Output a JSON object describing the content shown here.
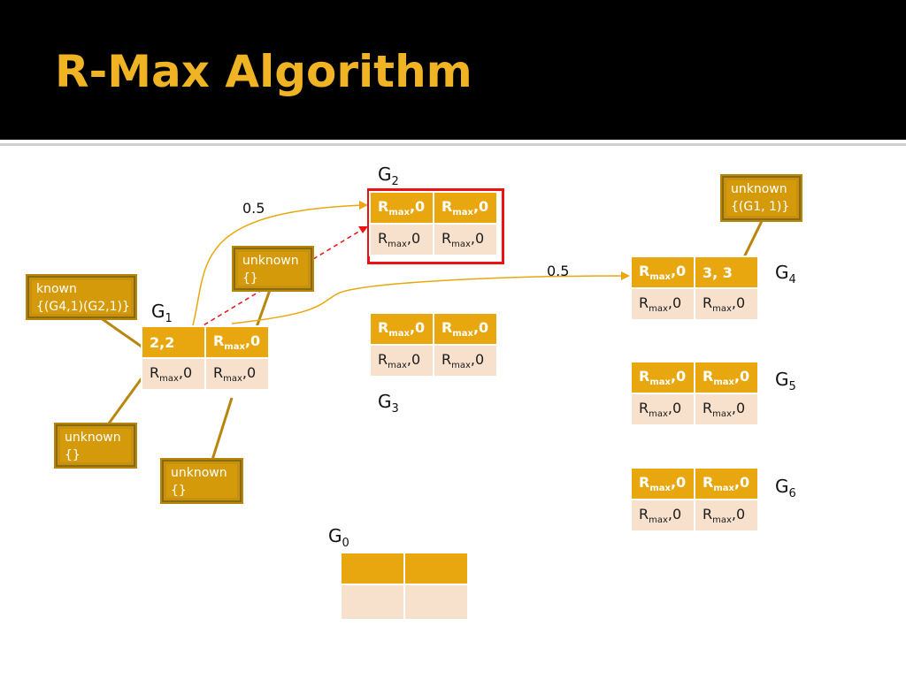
{
  "title": "R-Max Algorithm",
  "colors": {
    "accent": "#f0b323",
    "cell_header": "#e8a70f",
    "cell_body": "#f8e1cc",
    "highlight": "#ee1111",
    "connector": "#e8a70f"
  },
  "grids": {
    "g0": {
      "label": "G",
      "sub": "0"
    },
    "g1": {
      "label": "G",
      "sub": "1"
    },
    "g2": {
      "label": "G",
      "sub": "2"
    },
    "g3": {
      "label": "G",
      "sub": "3"
    },
    "g4": {
      "label": "G",
      "sub": "4"
    },
    "g5": {
      "label": "G",
      "sub": "5"
    },
    "g6": {
      "label": "G",
      "sub": "6"
    }
  },
  "cells": {
    "rmax": "R",
    "rmax_sub": "max",
    "rmax_val": ",0",
    "g1_top_left": "2,2",
    "g4_top_right": "3, 3"
  },
  "callouts": {
    "known": {
      "line1": "known",
      "line2": "{(G4,1)(G2,1)}"
    },
    "unknown_top": {
      "line1": "unknown",
      "line2": "{}"
    },
    "unknown_left": {
      "line1": "unknown",
      "line2": "{}"
    },
    "unknown_bottom": {
      "line1": "unknown",
      "line2": "{}"
    },
    "unknown_g4": {
      "line1": "unknown",
      "line2": "{(G1, 1)}"
    }
  },
  "transitions": {
    "to_g2": "0.5",
    "to_g4": "0.5"
  }
}
